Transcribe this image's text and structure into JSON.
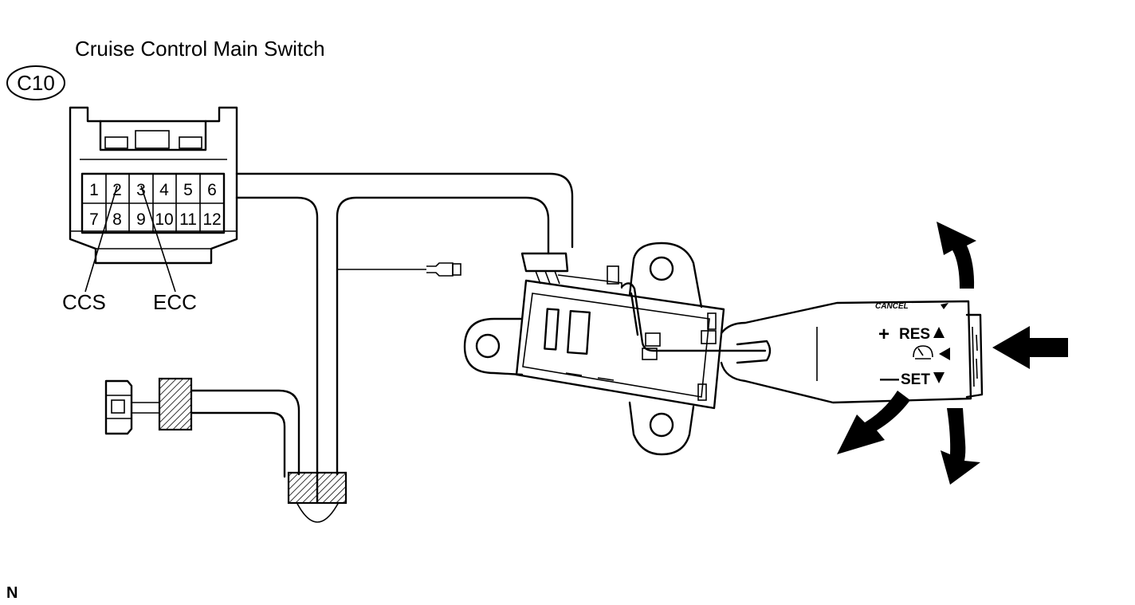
{
  "diagram": {
    "title": "Cruise Control Main Switch",
    "connector_code": "C10",
    "pins_row1": [
      "1",
      "2",
      "3",
      "4",
      "5",
      "6"
    ],
    "pins_row2": [
      "7",
      "8",
      "9",
      "10",
      "11",
      "12"
    ],
    "terminal_labels": {
      "ccs": "CCS",
      "ecc": "ECC"
    },
    "switch_labels": {
      "cancel": "CANCEL",
      "res": "RES",
      "set": "SET",
      "plus": "+",
      "minus": "—"
    },
    "figure_code": "N"
  }
}
